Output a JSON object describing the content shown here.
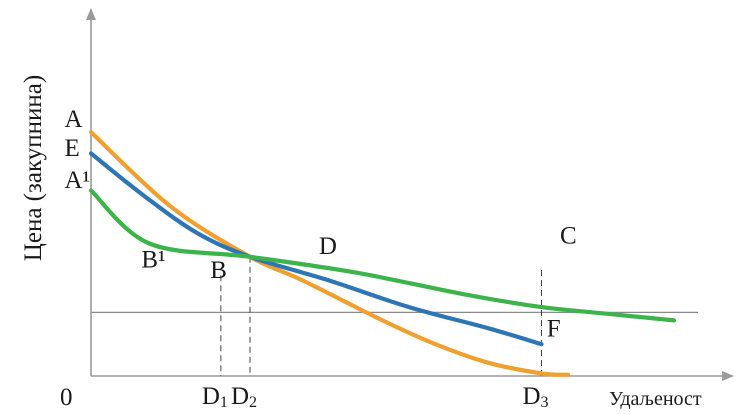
{
  "chart_data": {
    "type": "line",
    "ylabel": "Цена (закупнина)",
    "xlabel": "Удаљеност",
    "origin_label": "0",
    "xlim": [
      0,
      100
    ],
    "ylim": [
      0,
      100
    ],
    "reference_level": 24,
    "series": [
      {
        "color": "#f0a030",
        "points": [
          [
            0,
            92
          ],
          [
            15,
            64
          ],
          [
            30,
            45
          ],
          [
            40,
            36
          ],
          [
            55,
            21
          ],
          [
            65,
            12
          ],
          [
            75,
            5
          ],
          [
            85,
            1
          ],
          [
            90,
            0.5
          ]
        ]
      },
      {
        "color": "#2e75b6",
        "points": [
          [
            0,
            84
          ],
          [
            10,
            68
          ],
          [
            20,
            54
          ],
          [
            30,
            45
          ],
          [
            45,
            36
          ],
          [
            60,
            26
          ],
          [
            75,
            18
          ],
          [
            85,
            12
          ]
        ]
      },
      {
        "color": "#3cb44b",
        "points": [
          [
            0,
            70
          ],
          [
            11,
            50
          ],
          [
            30,
            45
          ],
          [
            50,
            39
          ],
          [
            70,
            31
          ],
          [
            85,
            26
          ],
          [
            100,
            23
          ],
          [
            110,
            21
          ]
        ]
      }
    ],
    "point_labels": [
      {
        "text": "A",
        "x": -5,
        "y": 94
      },
      {
        "text": "E",
        "x": -5,
        "y": 83
      },
      {
        "text": "A¹",
        "x": -5,
        "y": 71
      },
      {
        "text": "B¹",
        "x": 9.5,
        "y": 41
      },
      {
        "text": "B",
        "x": 22.5,
        "y": 37
      },
      {
        "text": "D",
        "x": 43,
        "y": 46
      },
      {
        "text": "C",
        "x": 88.5,
        "y": 50
      },
      {
        "text": "F",
        "x": 86,
        "y": 15
      }
    ],
    "x_markers": [
      {
        "label": "D",
        "sub": "1",
        "x": 24.5,
        "y_top": 38
      },
      {
        "label": "D",
        "sub": "2",
        "x": 30,
        "y_top": 45
      },
      {
        "label": "D",
        "sub": "3",
        "x": 85,
        "y_top": 40
      }
    ]
  }
}
